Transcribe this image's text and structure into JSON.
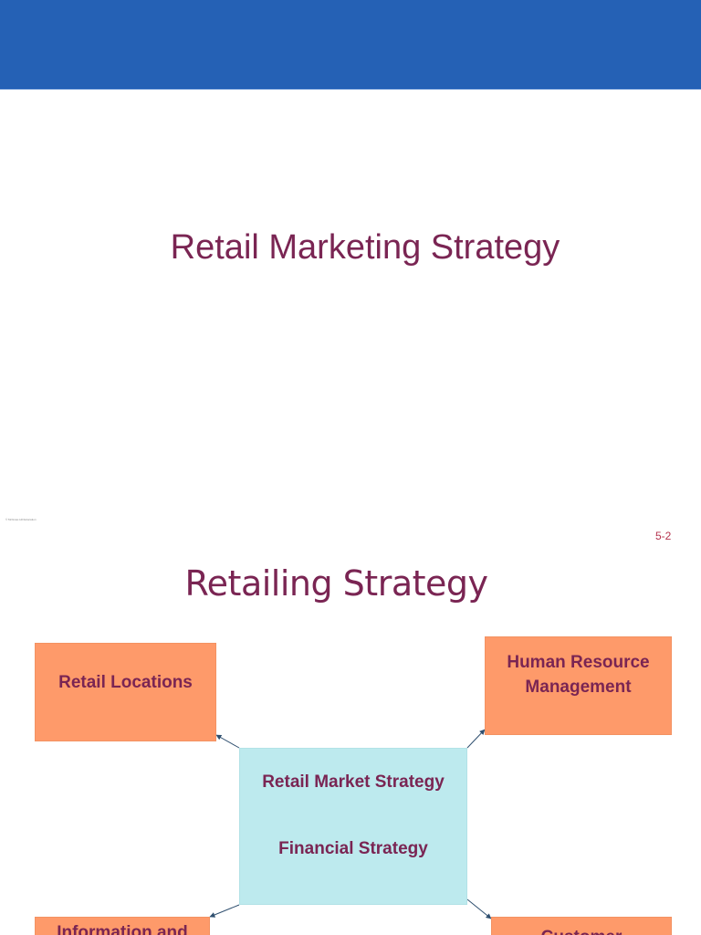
{
  "slide1": {
    "title": "Retail Marketing Strategy",
    "copyright": "© McGraw-Hill Education"
  },
  "slide2": {
    "slide_number": "5-2",
    "title": "Retailing Strategy",
    "boxes": {
      "retail_locations": "Retail Locations",
      "human_resource_management": "Human Resource Management",
      "center_line_1": "Retail Market Strategy",
      "center_line_2": "Financial Strategy",
      "information_and": "Information and",
      "customer": "Customer"
    }
  },
  "colors": {
    "header_band": "#2561b5",
    "title_text": "#7a2553",
    "box_orange": "#fe9a6a",
    "box_cyan": "#bdeaee",
    "slide_number": "#b5324d",
    "connector": "#2f4f6f"
  }
}
